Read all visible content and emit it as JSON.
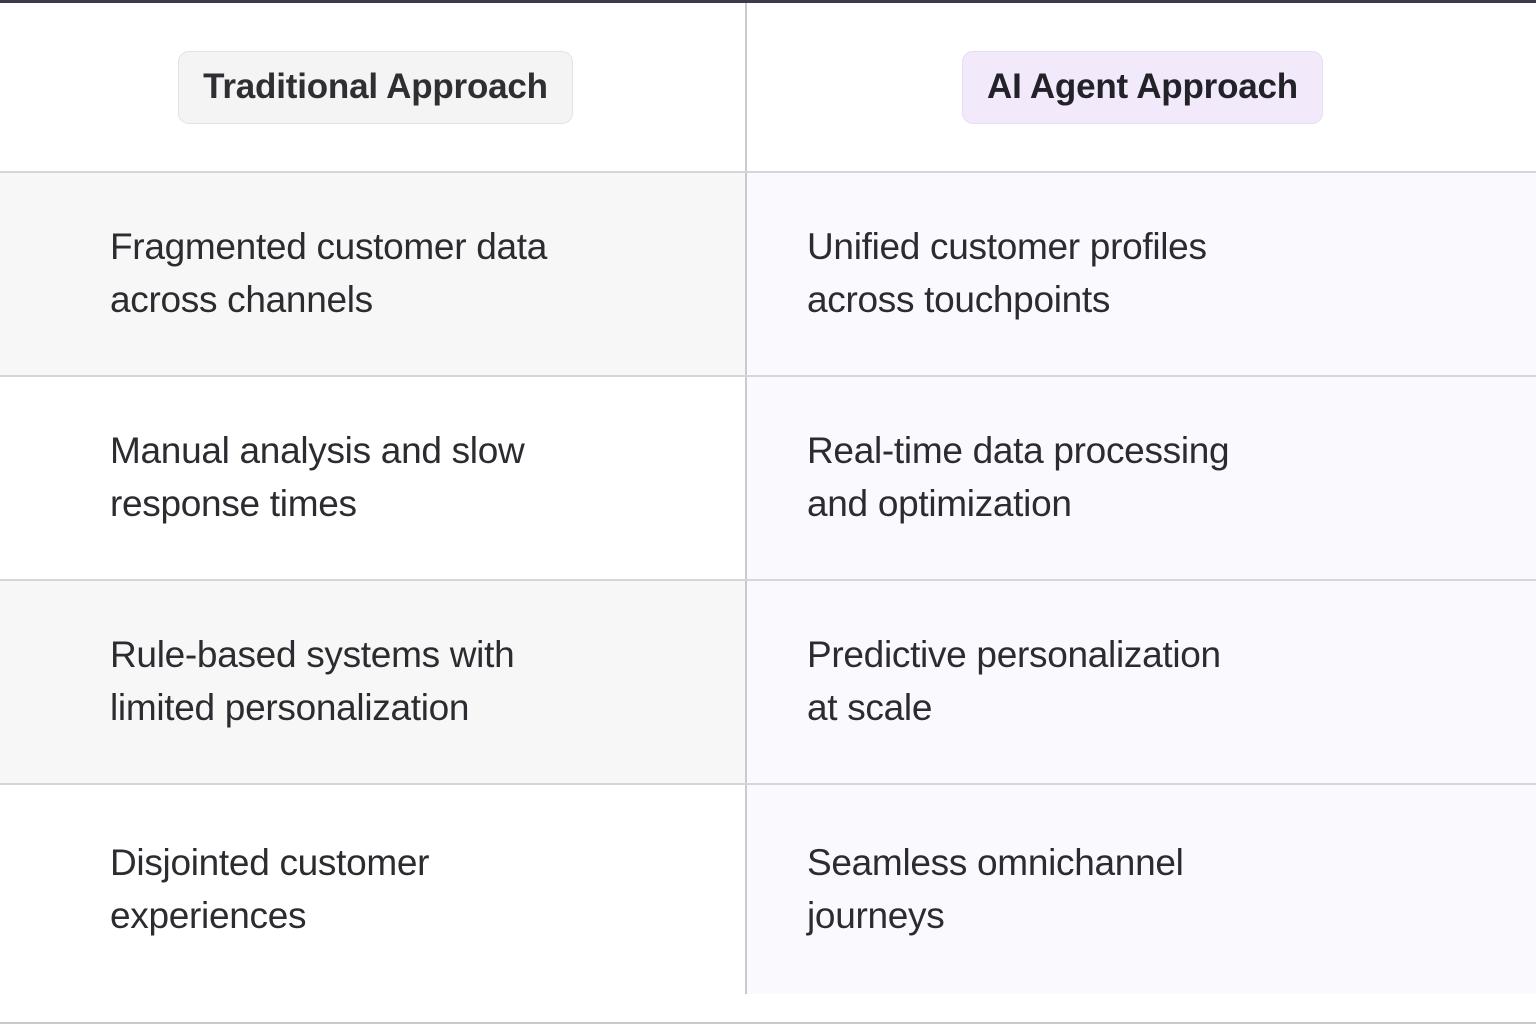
{
  "table": {
    "headers": [
      {
        "label": "Traditional Approach",
        "style": "neutral"
      },
      {
        "label": "AI Agent Approach",
        "style": "accent"
      }
    ],
    "rows": [
      {
        "traditional": "Fragmented customer data\nacross channels",
        "ai_agent": "Unified customer profiles\nacross touchpoints"
      },
      {
        "traditional": "Manual analysis and slow\nresponse times",
        "ai_agent": "Real-time data processing\nand optimization"
      },
      {
        "traditional": "Rule-based systems with\nlimited personalization",
        "ai_agent": "Predictive personalization\nat scale"
      },
      {
        "traditional": "Disjointed customer\nexperiences",
        "ai_agent": "Seamless omnichannel\njourneys"
      }
    ]
  },
  "colors": {
    "accent_badge_bg": "#f2e9fb",
    "accent_badge_border": "#e6dcf4",
    "neutral_badge_bg": "#f4f4f5",
    "neutral_badge_border": "#e2e2e6",
    "right_column_bg": "#faf9fd",
    "zebra_row_bg": "#f7f7f8",
    "divider": "#d6d6da",
    "text": "#2b2b30"
  }
}
